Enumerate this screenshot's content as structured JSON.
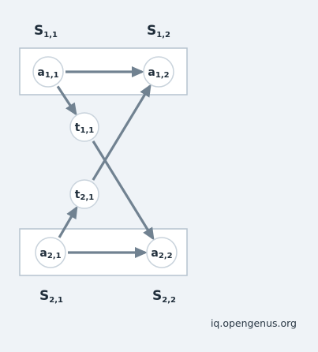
{
  "stations": [
    {
      "id": "s11",
      "base": "S",
      "sub": "1,1"
    },
    {
      "id": "s12",
      "base": "S",
      "sub": "1,2"
    },
    {
      "id": "s21",
      "base": "S",
      "sub": "2,1"
    },
    {
      "id": "s22",
      "base": "S",
      "sub": "2,2"
    }
  ],
  "nodes": [
    {
      "id": "a11",
      "base": "a",
      "sub": "1,1"
    },
    {
      "id": "a12",
      "base": "a",
      "sub": "1,2"
    },
    {
      "id": "t11",
      "base": "t",
      "sub": "1,1"
    },
    {
      "id": "t21",
      "base": "t",
      "sub": "2,1"
    },
    {
      "id": "a21",
      "base": "a",
      "sub": "2,1"
    },
    {
      "id": "a22",
      "base": "a",
      "sub": "2,2"
    }
  ],
  "edges": [
    {
      "from": "a11",
      "to": "a12"
    },
    {
      "from": "a11",
      "to": "t11"
    },
    {
      "from": "t11",
      "to": "a22"
    },
    {
      "from": "a21",
      "to": "t21"
    },
    {
      "from": "t21",
      "to": "a12"
    },
    {
      "from": "a21",
      "to": "a22"
    }
  ],
  "watermark": "iq.opengenus.org",
  "colors": {
    "background": "#eff3f7",
    "arrow": "#718291",
    "node_fill": "#ffffff",
    "node_stroke": "#c9d3dc",
    "station_stroke": "#b5c3cf",
    "text": "#1f2d3a"
  }
}
